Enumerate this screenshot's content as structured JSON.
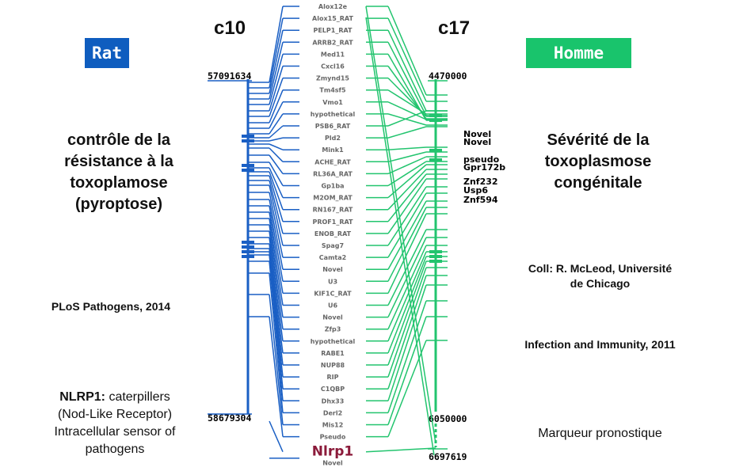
{
  "rat_badge": {
    "label": "Rat",
    "color": "#0f5dbf"
  },
  "human_badge": {
    "label": "Homme",
    "color": "#19c46c"
  },
  "rat_chromosome": "c10",
  "human_chromosome": "c17",
  "rat_text": {
    "heading": [
      "contrôle de la",
      "résistance à la",
      "toxoplamose",
      "(pyroptose)"
    ],
    "journal": "PLoS Pathogens, 2014",
    "nlrp1_bold": "NLRP1:",
    "nlrp1_rest": "caterpillers",
    "nlrp1_line2": "(Nod-Like Receptor)",
    "nlrp1_line3": "Intracellular sensor of",
    "nlrp1_line4": "pathogens"
  },
  "human_text": {
    "heading": [
      "Sévérité de la",
      "toxoplasmose",
      "congénitale"
    ],
    "collab": [
      "Coll: R. McLeod, Université",
      "de Chicago"
    ],
    "journal": "Infection and Immunity, 2011",
    "marker": "Marqueur pronostique"
  },
  "rat_coords": {
    "top": "57091634",
    "bottom": "58679304"
  },
  "human_coords": {
    "top": "4470000",
    "mid": "6050000",
    "bottom": "6697619"
  },
  "human_side_labels": [
    "Novel",
    "Novel",
    "pseudo",
    "Gpr172b",
    "Znf232",
    "Usp6",
    "Znf594"
  ],
  "genes": [
    "Alox12e",
    "Alox15_RAT",
    "PELP1_RAT",
    "ARRB2_RAT",
    "Med11",
    "Cxcl16",
    "Zmynd15",
    "Tm4sf5",
    "Vmo1",
    "hypothetical",
    "PSB6_RAT",
    "Pld2",
    "Mink1",
    "ACHE_RAT",
    "RL36A_RAT",
    "Gp1ba",
    "M2OM_RAT",
    "RN167_RAT",
    "PROF1_RAT",
    "ENOB_RAT",
    "Spag7",
    "Camta2",
    "Novel",
    "U3",
    "KIF1C_RAT",
    "U6",
    "Novel",
    "Zfp3",
    "hypothetical",
    "RABE1",
    "NUP88",
    "RIP",
    "C1QBP",
    "Dhx33",
    "Derl2",
    "Mis12",
    "Pseudo"
  ],
  "highlight_gene": "Nlrp1",
  "last_gene": "Novel",
  "colors": {
    "rat": "#1a5fc4",
    "human": "#22c46e",
    "gene_text": "#666666",
    "highlight": "#8b1a3a"
  }
}
